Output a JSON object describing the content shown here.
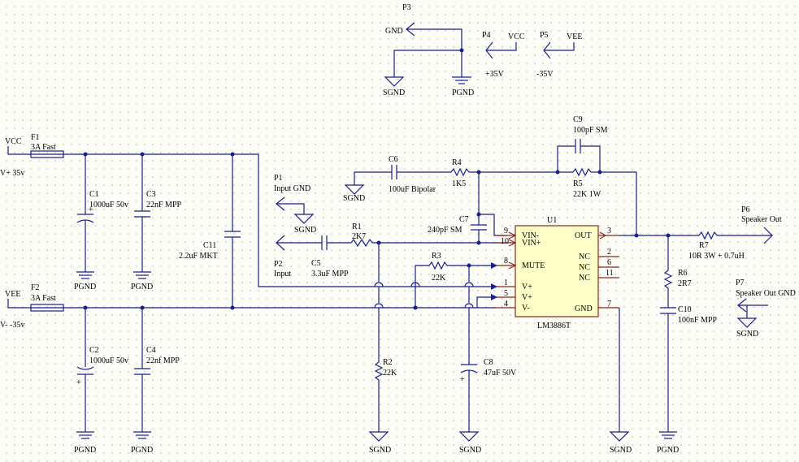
{
  "components": {
    "F1": {
      "ref": "F1",
      "value": "3A Fast"
    },
    "F2": {
      "ref": "F2",
      "value": "3A Fast"
    },
    "C1": {
      "ref": "C1",
      "value": "1000uF 50v"
    },
    "C2": {
      "ref": "C2",
      "value": "1000uF 50v"
    },
    "C3": {
      "ref": "C3",
      "value": "22nF MPP"
    },
    "C4": {
      "ref": "C4",
      "value": "22nf MPP"
    },
    "C5": {
      "ref": "C5",
      "value": "3.3uF MPP"
    },
    "C6": {
      "ref": "C6",
      "value": "100uF Bipolar"
    },
    "C7": {
      "ref": "C7",
      "value": "240pF SM"
    },
    "C8": {
      "ref": "C8",
      "value": "47uF 50V"
    },
    "C9": {
      "ref": "C9",
      "value": "100pF SM"
    },
    "C10": {
      "ref": "C10",
      "value": "100nF MPP"
    },
    "C11": {
      "ref": "C11",
      "value": "2.2uF MKT"
    },
    "R1": {
      "ref": "R1",
      "value": "2K7"
    },
    "R2": {
      "ref": "R2",
      "value": "22K"
    },
    "R3": {
      "ref": "R3",
      "value": "22K"
    },
    "R4": {
      "ref": "R4",
      "value": "1K5"
    },
    "R5": {
      "ref": "R5",
      "value": "22K 1W"
    },
    "R6": {
      "ref": "R6",
      "value": "2R7"
    },
    "R7": {
      "ref": "R7",
      "value": "10R 3W + 0.7uH"
    },
    "U1": {
      "ref": "U1",
      "value": "LM3886T"
    }
  },
  "ports": {
    "P1": {
      "ref": "P1",
      "label": "Input GND"
    },
    "P2": {
      "ref": "P2",
      "label": "Input"
    },
    "P3": {
      "ref": "P3",
      "label": "GND"
    },
    "P4": {
      "ref": "P4",
      "label": "VCC",
      "value": "+35V"
    },
    "P5": {
      "ref": "P5",
      "label": "VEE",
      "value": "-35V"
    },
    "P6": {
      "ref": "P6",
      "label": "Speaker Out"
    },
    "P7": {
      "ref": "P7",
      "label": "Speaker Out GND"
    }
  },
  "nets": {
    "vcc": "VCC",
    "vee": "VEE",
    "vcc_voltage": "V+ 35v",
    "vee_voltage": "V- -35v",
    "pgnd": "PGND",
    "sgnd": "SGND"
  },
  "ic": {
    "pin_labels": {
      "vin_minus": "VIN-",
      "vin_plus": "VIN+",
      "mute": "MUTE",
      "vplus": "V+",
      "vminus": "V-",
      "out": "OUT",
      "nc": "NC",
      "gnd": "GND"
    },
    "pin_numbers": {
      "p9": "9",
      "p10": "10",
      "p8": "8",
      "p1": "1",
      "p5": "5",
      "p4": "4",
      "p3": "3",
      "p2": "2",
      "p6": "6",
      "p11": "11",
      "p7": "7"
    }
  }
}
